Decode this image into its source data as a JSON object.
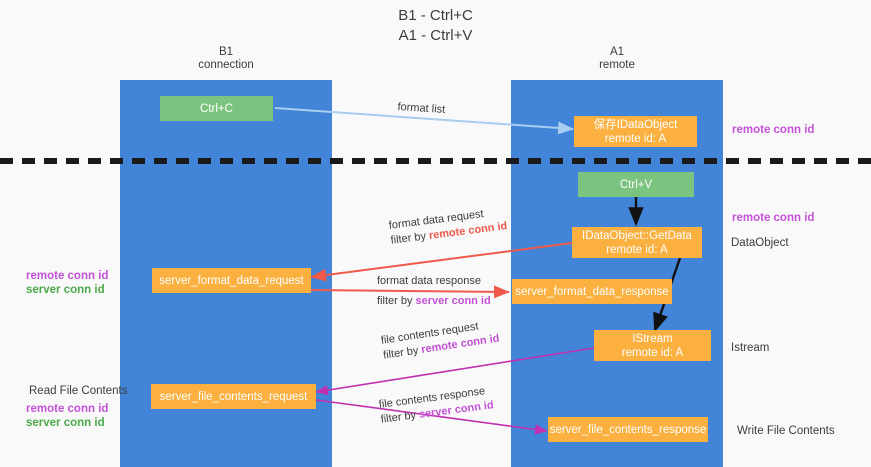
{
  "title": "B1 - Ctrl+C\nA1 - Ctrl+V",
  "lanes": [
    {
      "name": "b1",
      "header": "B1\nconnection",
      "color": "#4285d8"
    },
    {
      "name": "a1",
      "header": "A1\nremote",
      "color": "#4285d8"
    }
  ],
  "colors": {
    "lane": "#4285d8",
    "page": "#f9f9f9",
    "green_box": "#7ac47f",
    "orange_box": "#fbb040",
    "purple_text": "#c352d6",
    "green_text": "#4aa94a",
    "dark_text": "#3c3c3c",
    "arrow_format_list": "#a8cdf0",
    "arrow_format_data": "#ef5a4c",
    "arrow_file_contents": "#c030b0",
    "arrow_stream": "#c352d6",
    "divider": "#1a1a1a"
  },
  "boxes": {
    "ctrl_c": "Ctrl+C",
    "ctrl_v": "Ctrl+V",
    "save_idataobject": "保存IDataObject\nremote id: A",
    "getdata": "IDataObject::GetData\nremote id: A",
    "istream": "IStream\nremote id: A",
    "server_format_data_request": "server_format_data_request",
    "server_format_data_response": "server_format_data_response",
    "server_file_contents_request": "server_file_contents_request",
    "server_file_contents_response": "server_file_contents_response"
  },
  "right_labels": {
    "remote_conn_id_top": "remote conn id",
    "remote_conn_id_mid": "remote conn id",
    "dataobject": "DataObject",
    "istream": "Istream",
    "write_file_contents": "Write File Contents"
  },
  "left_labels": {
    "remote_conn_id_1": "remote conn id",
    "server_conn_id_1": "server conn id",
    "read_file_contents": "Read File Contents",
    "remote_conn_id_2": "remote conn id",
    "server_conn_id_2": "server conn id"
  },
  "edges": [
    {
      "name": "format-list",
      "line1": "format list",
      "line2": "",
      "filter_prefix": "",
      "filter_key": "",
      "color": "#a8cdf0"
    },
    {
      "name": "format-data-request",
      "line1": "format data request",
      "filter_prefix": "filter by ",
      "filter_key": "remote conn id",
      "color": "#ef5a4c"
    },
    {
      "name": "format-data-response",
      "line1": "format data response",
      "filter_prefix": "filter by ",
      "filter_key": "server conn id",
      "color": "#ef5a4c"
    },
    {
      "name": "file-contents-request",
      "line1": "file contents request",
      "filter_prefix": "filter by ",
      "filter_key": "remote conn id",
      "color": "#c030b0"
    },
    {
      "name": "file-contents-response",
      "line1": "file contents response",
      "filter_prefix": "filter by ",
      "filter_key": "server conn id",
      "color": "#c030b0"
    }
  ]
}
